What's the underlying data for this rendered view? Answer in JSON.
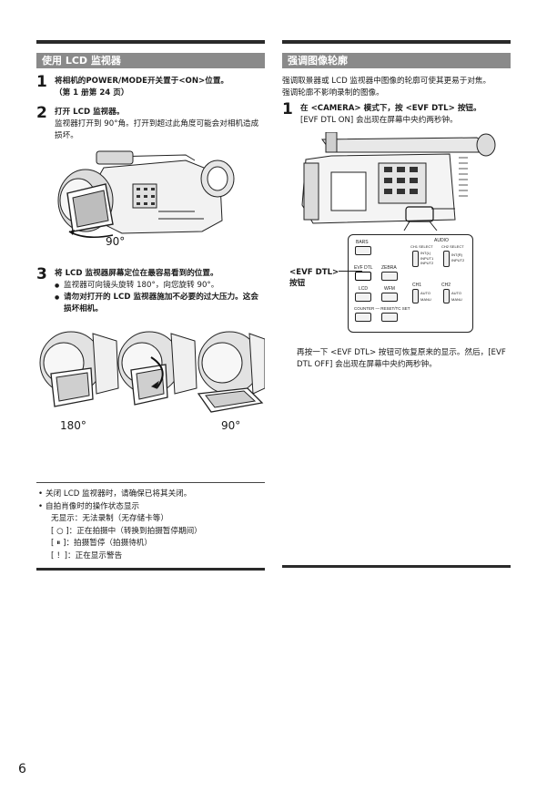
{
  "left": {
    "title": "使用 LCD 监视器",
    "step1": {
      "num": "1",
      "line1": "将相机的POWER/MODE开关置于<ON>位置。",
      "line2": "（第 1 册第 24 页）"
    },
    "step2": {
      "num": "2",
      "heading": "打开 LCD 监视器。",
      "body": "监视器打开到 90°角。打开到超过此角度可能会对相机造成损坏。"
    },
    "fig1_label": "90°",
    "step3": {
      "num": "3",
      "heading": "将 LCD 监视器屏幕定位在最容易看到的位置。",
      "bullet1": "监视器可向镜头旋转 180°，向您旋转 90°。",
      "bullet2": "请勿对打开的 LCD 监视器施加不必要的过大压力。这会损坏相机。"
    },
    "fig2_label_left": "180°",
    "fig2_label_right": "90°"
  },
  "notes": {
    "n1": "关闭 LCD 监视器时，请确保已将其关闭。",
    "n2": "自拍肖像时的操作状态显示",
    "sub1": "无显示：无法录制（无存储卡等）",
    "sub2": "[ ○ ]：正在拍摄中（转换到拍摄暂停期间）",
    "sub3": "[ ⏸ ]：拍摄暂停（拍摄待机）",
    "sub4": "[ ！]：正在显示警告"
  },
  "right": {
    "title": "强调图像轮廓",
    "intro1": "强调取景器或 LCD 监视器中图像的轮廓可使其更易于对焦。",
    "intro2": "强调轮廓不影响录制的图像。",
    "step1": {
      "num": "1",
      "heading": "在 <CAMERA> 模式下，按 <EVF DTL> 按钮。",
      "body": "[EVF DTL ON] 会出现在屏幕中央约两秒钟。"
    },
    "callout_line1": "<EVF DTL>",
    "callout_line2": "按钮",
    "panel": {
      "bars": "BARS",
      "audio": "AUDIO",
      "ch1select": "CH1 SELECT",
      "ch2select": "CH2 SELECT",
      "input1": "INPUT1",
      "input2": "INPUT2",
      "int_l": "INT(L)",
      "int_r": "INT(R)",
      "evf_dtl": "EVF DTL",
      "zebra": "ZEBRA",
      "lcd": "LCD",
      "wfm": "WFM",
      "ch1": "CH1",
      "ch2": "CH2",
      "auto": "AUTO",
      "manu": "MANU",
      "counter": "COUNTER",
      "reset": "RESET/TC SET"
    },
    "outro": "再按一下 <EVF DTL> 按钮可恢复原来的显示。然后，[EVF DTL OFF] 会出现在屏幕中央约两秒钟。"
  },
  "page_number": "6"
}
